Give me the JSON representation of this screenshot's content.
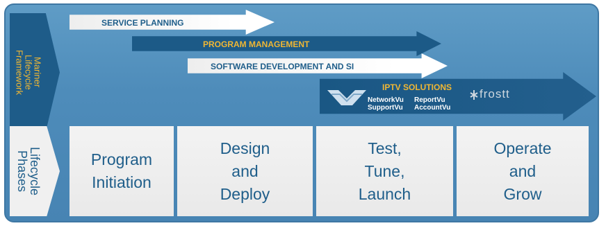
{
  "framework_label": "Mariner\nLifecycle\nFramework",
  "phases_label": "Lifecycle\nPhases",
  "arrows": {
    "service_planning": "SERVICE PLANNING",
    "program_management": "PROGRAM MANAGEMENT",
    "software_development": "SOFTWARE DEVELOPMENT AND SI",
    "iptv_solutions": "IPTV SOLUTIONS"
  },
  "iptv": {
    "products_col1": [
      "NetworkVu",
      "SupportVu"
    ],
    "products_col2": [
      "ReportVu",
      "AccountVu"
    ],
    "logo_vu": "Vu",
    "logo_frost": "frostt"
  },
  "phases": [
    "Program\nInitiation",
    "Design\nand\nDeploy",
    "Test,\nTune,\nLaunch",
    "Operate\nand\nGrow"
  ],
  "colors": {
    "frame": "#4e8cba",
    "dark_blue": "#1c5a87",
    "gold": "#f0b733",
    "phase_text": "#1f5e8a"
  }
}
